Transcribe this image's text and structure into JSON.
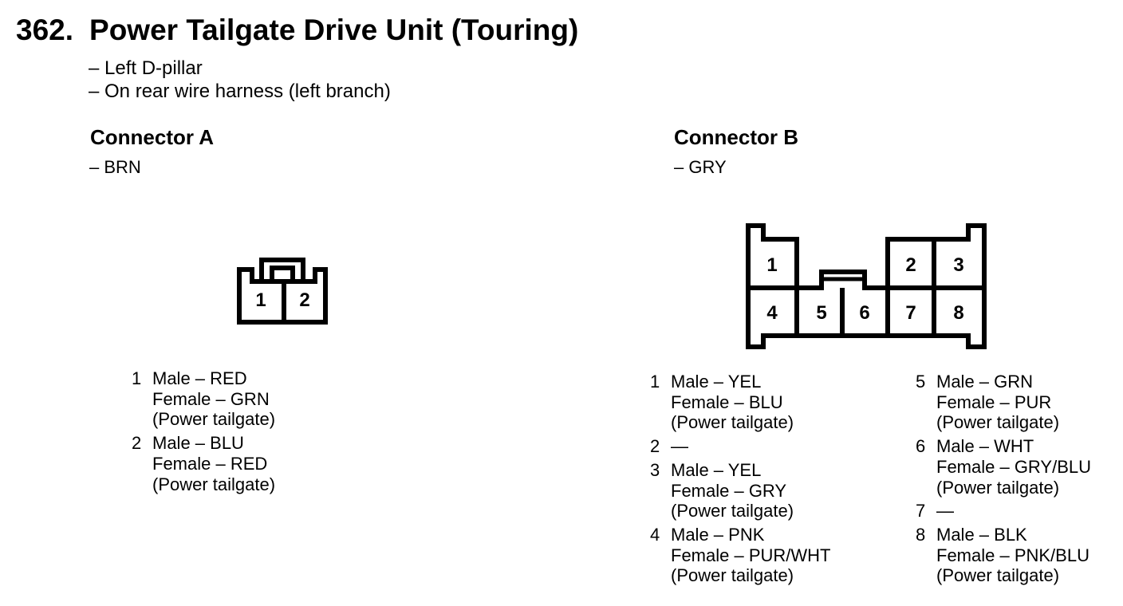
{
  "page": {
    "number_prefix": "362.",
    "title": "Power Tailgate Drive Unit (Touring)",
    "location_notes": [
      "– Left D-pillar",
      "– On rear wire harness (left branch)"
    ]
  },
  "connector_a": {
    "heading": "Connector A",
    "color_note": "– BRN",
    "cell_labels": [
      "1",
      "2"
    ],
    "pins": [
      {
        "num": "1",
        "lines": [
          "Male – RED",
          "Female – GRN",
          "(Power tailgate)"
        ]
      },
      {
        "num": "2",
        "lines": [
          "Male – BLU",
          "Female – RED",
          "(Power tailgate)"
        ]
      }
    ]
  },
  "connector_b": {
    "heading": "Connector B",
    "color_note": "– GRY",
    "cell_labels": [
      "1",
      "2",
      "3",
      "4",
      "5",
      "6",
      "7",
      "8"
    ],
    "pins_left": [
      {
        "num": "1",
        "lines": [
          "Male – YEL",
          "Female – BLU",
          "(Power tailgate)"
        ]
      },
      {
        "num": "2",
        "lines": [
          "—"
        ]
      },
      {
        "num": "3",
        "lines": [
          "Male – YEL",
          "Female – GRY",
          "(Power tailgate)"
        ]
      },
      {
        "num": "4",
        "lines": [
          "Male – PNK",
          "Female – PUR/WHT",
          "(Power tailgate)"
        ]
      }
    ],
    "pins_right": [
      {
        "num": "5",
        "lines": [
          "Male – GRN",
          "Female – PUR",
          "(Power tailgate)"
        ]
      },
      {
        "num": "6",
        "lines": [
          "Male – WHT",
          "Female – GRY/BLU",
          "(Power tailgate)"
        ]
      },
      {
        "num": "7",
        "lines": [
          "—"
        ]
      },
      {
        "num": "8",
        "lines": [
          "Male – BLK",
          "Female – PNK/BLU",
          "(Power tailgate)"
        ]
      }
    ]
  },
  "colors": {
    "ink": "#000000",
    "paper": "#ffffff"
  }
}
